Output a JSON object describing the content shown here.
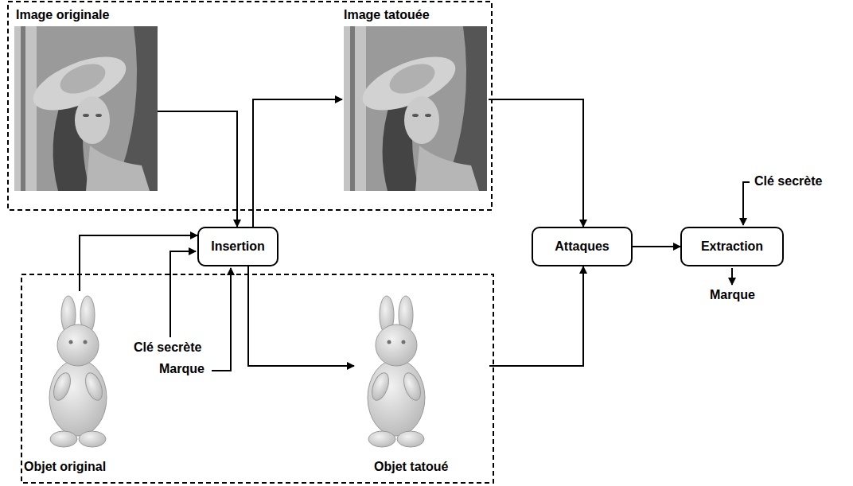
{
  "diagram": {
    "nodes": [
      {
        "text": [
          "Image originale"
        ]
      },
      {
        "text": [
          "Image tatouée"
        ]
      },
      {
        "text": [
          "Insertion"
        ]
      },
      {
        "text": [
          "Attaques"
        ]
      },
      {
        "text": [
          "Extraction"
        ]
      },
      {
        "text": [
          "Objet original"
        ]
      },
      {
        "text": [
          "Objet tatoué"
        ]
      }
    ],
    "edges": [
      {
        "from": 0,
        "to": 2,
        "arrow": "to"
      },
      {
        "from": 2,
        "to": 1,
        "arrow": "to"
      },
      {
        "from": 1,
        "to": 3,
        "arrow": "to"
      },
      {
        "from": 5,
        "to": 2,
        "arrow": "to"
      },
      {
        "from": 2,
        "to": 6,
        "arrow": "to"
      },
      {
        "from": 6,
        "to": 3,
        "arrow": "to"
      },
      {
        "from": 3,
        "to": 4,
        "arrow": "to"
      }
    ],
    "labels": [
      "Clé secrète",
      "Marque",
      "Clé secrète",
      "Marque"
    ]
  }
}
